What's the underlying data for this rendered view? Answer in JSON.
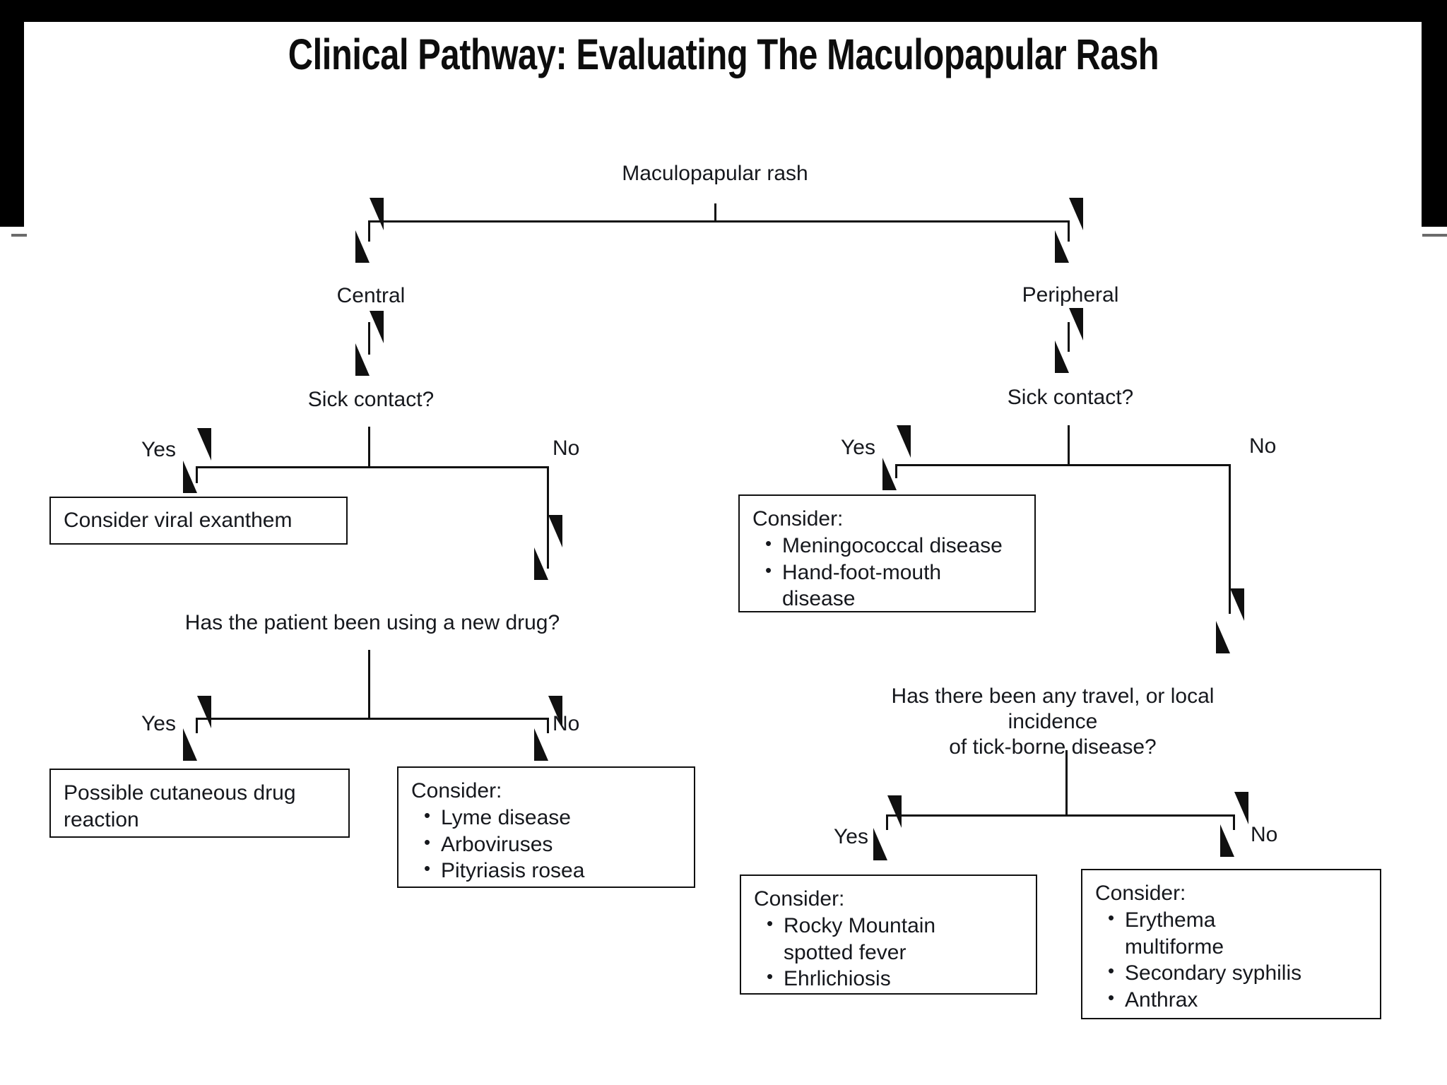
{
  "document": {
    "title": "Clinical Pathway: Evaluating The Maculopapular Rash"
  },
  "flow": {
    "root": "Maculopapular rash",
    "branch_central": "Central",
    "branch_peripheral": "Peripheral",
    "q_sick_contact_left": "Sick contact?",
    "q_sick_contact_right": "Sick contact?",
    "q_new_drug": "Has the patient been using a new drug?",
    "q_travel_line1": "Has there been any travel, or local incidence",
    "q_travel_line2": "of tick-borne disease?",
    "labels": {
      "yes": "Yes",
      "no": "No"
    }
  },
  "boxes": {
    "viral_exanthem": {
      "text": "Consider viral exanthem"
    },
    "drug_reaction": {
      "line1": "Possible cutaneous drug",
      "line2": "reaction"
    },
    "lyme": {
      "head": "Consider:",
      "items": [
        "Lyme disease",
        "Arboviruses",
        "Pityriasis rosea"
      ]
    },
    "meningococcal": {
      "head": "Consider:",
      "items": [
        "Meningococcal disease",
        "Hand-foot-mouth disease"
      ]
    },
    "rmsf": {
      "head": "Consider:",
      "items": [
        "Rocky Mountain spotted fever",
        "Ehrlichiosis"
      ]
    },
    "erythema": {
      "head": "Consider:",
      "items": [
        "Erythema multiforme",
        "Secondary syphilis",
        "Anthrax"
      ]
    }
  },
  "colors": {
    "ink": "#16181d",
    "line": "#101010",
    "frame": "#000000",
    "page": "#ffffff"
  }
}
